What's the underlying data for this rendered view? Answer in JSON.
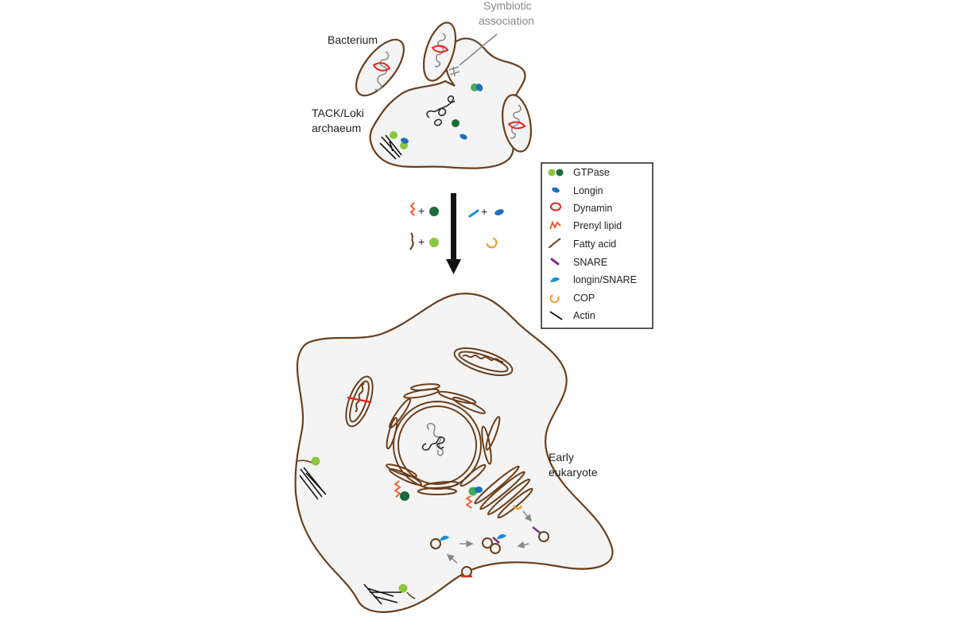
{
  "labels": {
    "bacterium": "Bacterium",
    "symbiotic_line1": "Symbiotic",
    "symbiotic_line2": "association",
    "archaeum_line1": "TACK/Loki",
    "archaeum_line2": "archaeum",
    "eukaryote_line1": "Early",
    "eukaryote_line2": "eukaryote"
  },
  "legend": {
    "items": [
      {
        "label": "GTPase",
        "icon": "gtpase-icon"
      },
      {
        "label": "Longin",
        "icon": "longin-icon"
      },
      {
        "label": "Dynamin",
        "icon": "dynamin-icon"
      },
      {
        "label": "Prenyl lipid",
        "icon": "prenyl-lipid-icon"
      },
      {
        "label": "Fatty acid",
        "icon": "fatty-acid-icon"
      },
      {
        "label": "SNARE",
        "icon": "snare-icon"
      },
      {
        "label": "longin/SNARE",
        "icon": "longin-snare-icon"
      },
      {
        "label": "COP",
        "icon": "cop-icon"
      },
      {
        "label": "Actin",
        "icon": "actin-icon"
      }
    ]
  },
  "colors": {
    "membrane": "#6b3f1c",
    "gtpase_light": "#8cc63f",
    "gtpase_dark": "#1b6b3a",
    "longin": "#1f6fc0",
    "dynamin": "#e8231d",
    "prenyl": "#f0592a",
    "snare": "#7b2d8e",
    "longin_snare": "#1e8fd6",
    "cop": "#f39c2a",
    "actin": "#111111"
  },
  "operators": {
    "plus": "+"
  }
}
